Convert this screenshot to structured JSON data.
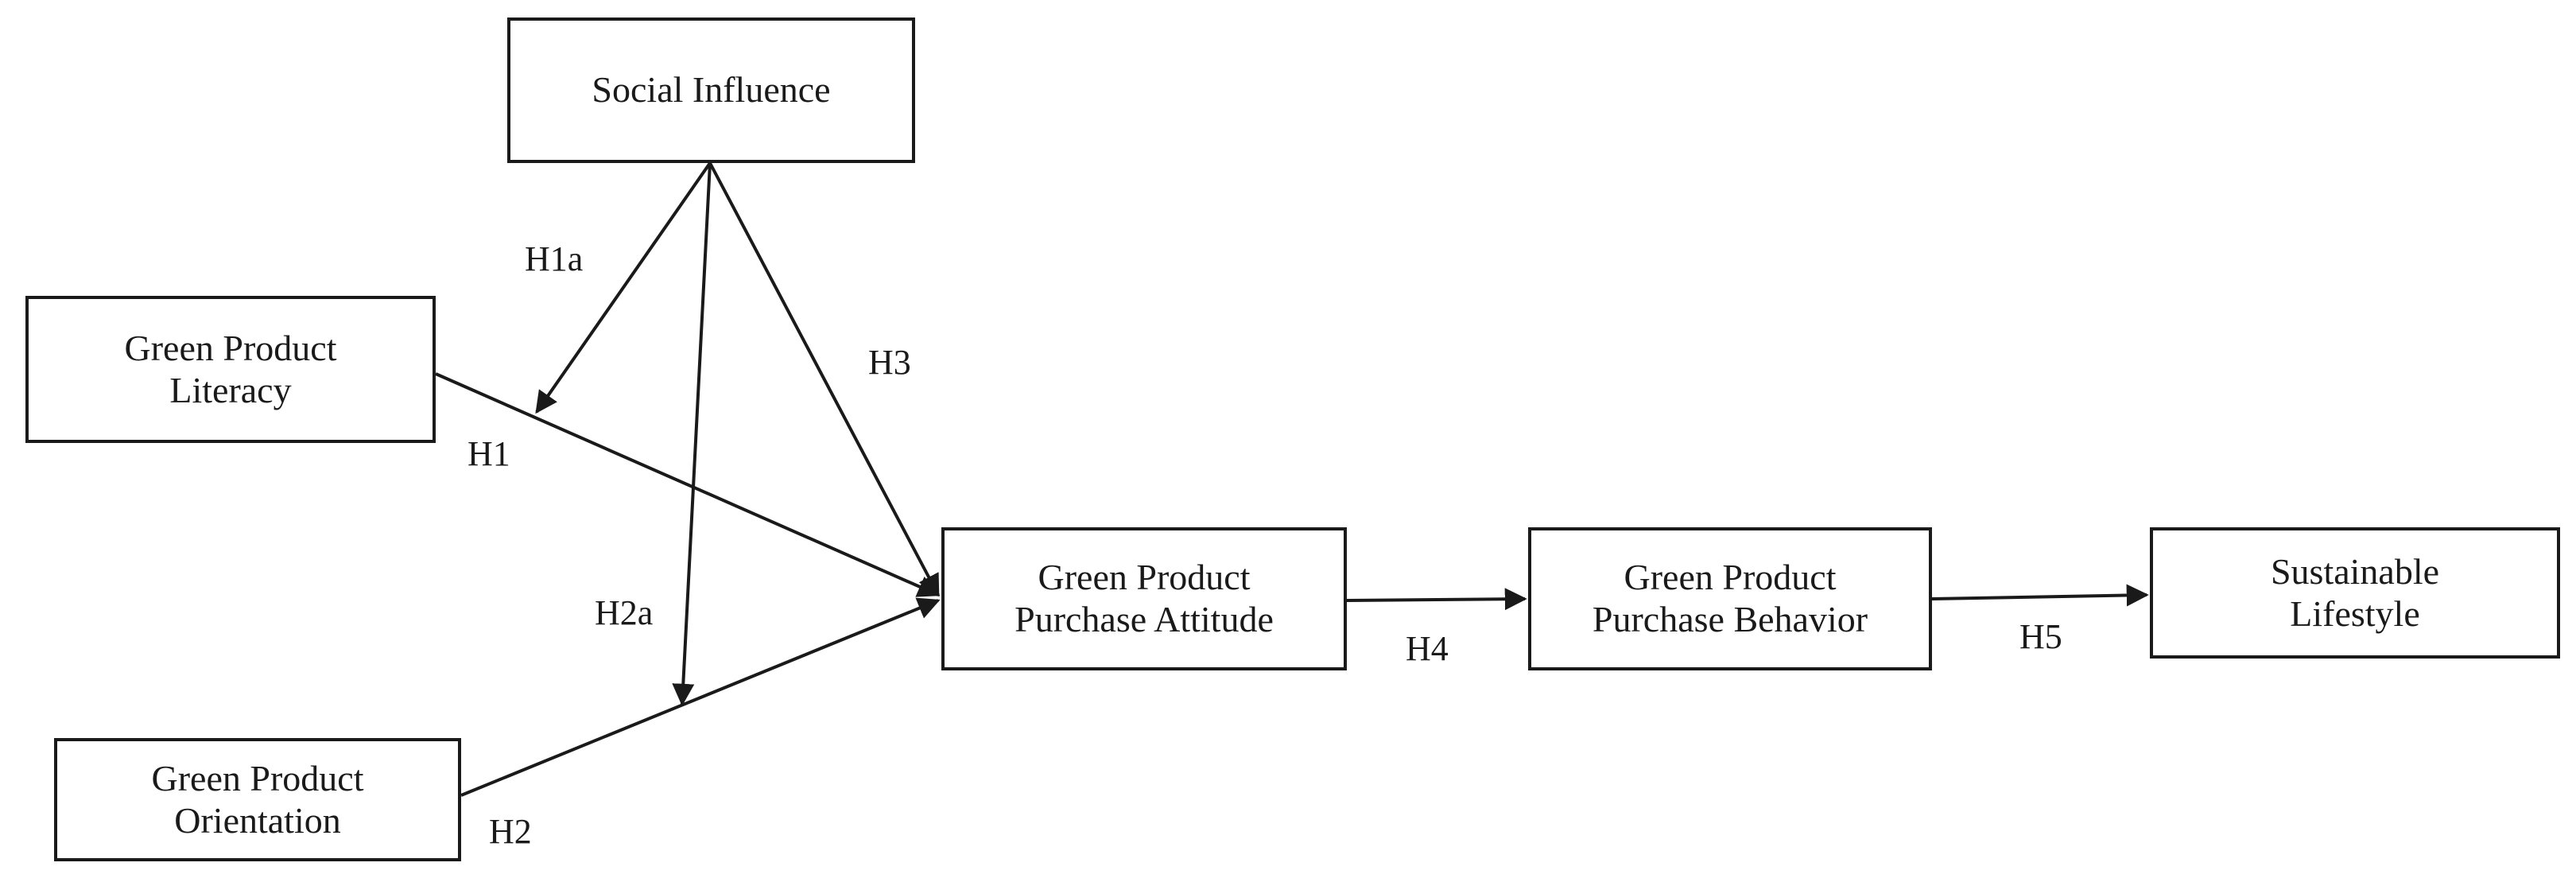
{
  "diagram": {
    "nodes": {
      "social_influence": {
        "line1": "Social Influence"
      },
      "literacy": {
        "line1": "Green Product",
        "line2": "Literacy"
      },
      "orientation": {
        "line1": "Green Product",
        "line2": "Orientation"
      },
      "attitude": {
        "line1": "Green Product",
        "line2": "Purchase Attitude"
      },
      "behavior": {
        "line1": "Green Product",
        "line2": "Purchase Behavior"
      },
      "lifestyle": {
        "line1": "Sustainable",
        "line2": "Lifestyle"
      }
    },
    "hypotheses": {
      "h1a": "H1a",
      "h1": "H1",
      "h2a": "H2a",
      "h2": "H2",
      "h3": "H3",
      "h4": "H4",
      "h5": "H5"
    },
    "colors": {
      "stroke": "#1a1a1a",
      "background": "#ffffff"
    }
  }
}
